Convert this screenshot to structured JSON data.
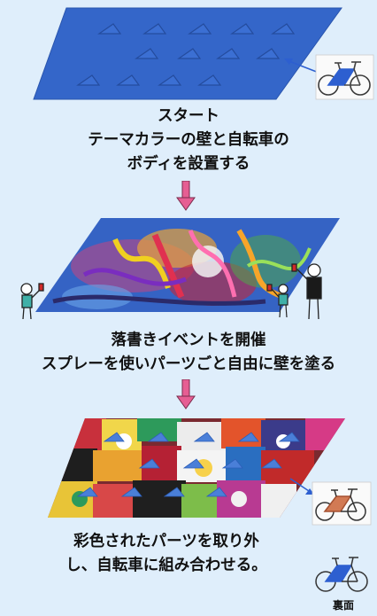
{
  "steps": [
    {
      "lines": [
        "スタート",
        "テーマカラーの壁と自転車の",
        "ボディを設置する"
      ]
    },
    {
      "lines": [
        "落書きイベントを開催",
        "スプレーを使いパーツごと自由に壁を塗る"
      ]
    },
    {
      "lines": [
        "彩色されたパーツを取り外",
        "し、自転車に組み合わせる。"
      ]
    }
  ],
  "back_label": "裏面",
  "colors": {
    "background": "#dfeefb",
    "wall_blue": "#3466c9",
    "arrow_pink": "#e65e93",
    "bike_blue": "#2d5fd0"
  }
}
